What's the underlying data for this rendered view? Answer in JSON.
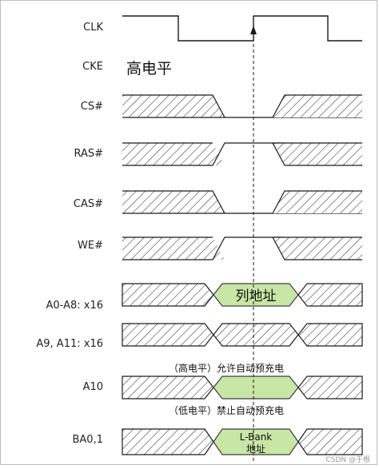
{
  "signals": {
    "clk": "CLK",
    "cke": "CKE",
    "cs": "CS#",
    "ras": "RAS#",
    "cas": "CAS#",
    "we": "WE#",
    "a0_a8": "A0-A8: x16",
    "a9_a11": "A9, A11: x16",
    "a10": "A10",
    "ba": "BA0,1"
  },
  "annotations": {
    "cke_level": "高电平",
    "column_address": "列地址",
    "a10_high": "（高电平）允许自动预充电",
    "a10_low": "（低电平）禁止自动预充电",
    "bank_line1": "L-Bank",
    "bank_line2": "地址"
  },
  "watermark": "CSDN @于根",
  "colors": {
    "line": "#1a1a1a",
    "hatch": "#333333",
    "valid_fill": "#c8e6a5",
    "valid_stroke": "#3c3c3c"
  }
}
